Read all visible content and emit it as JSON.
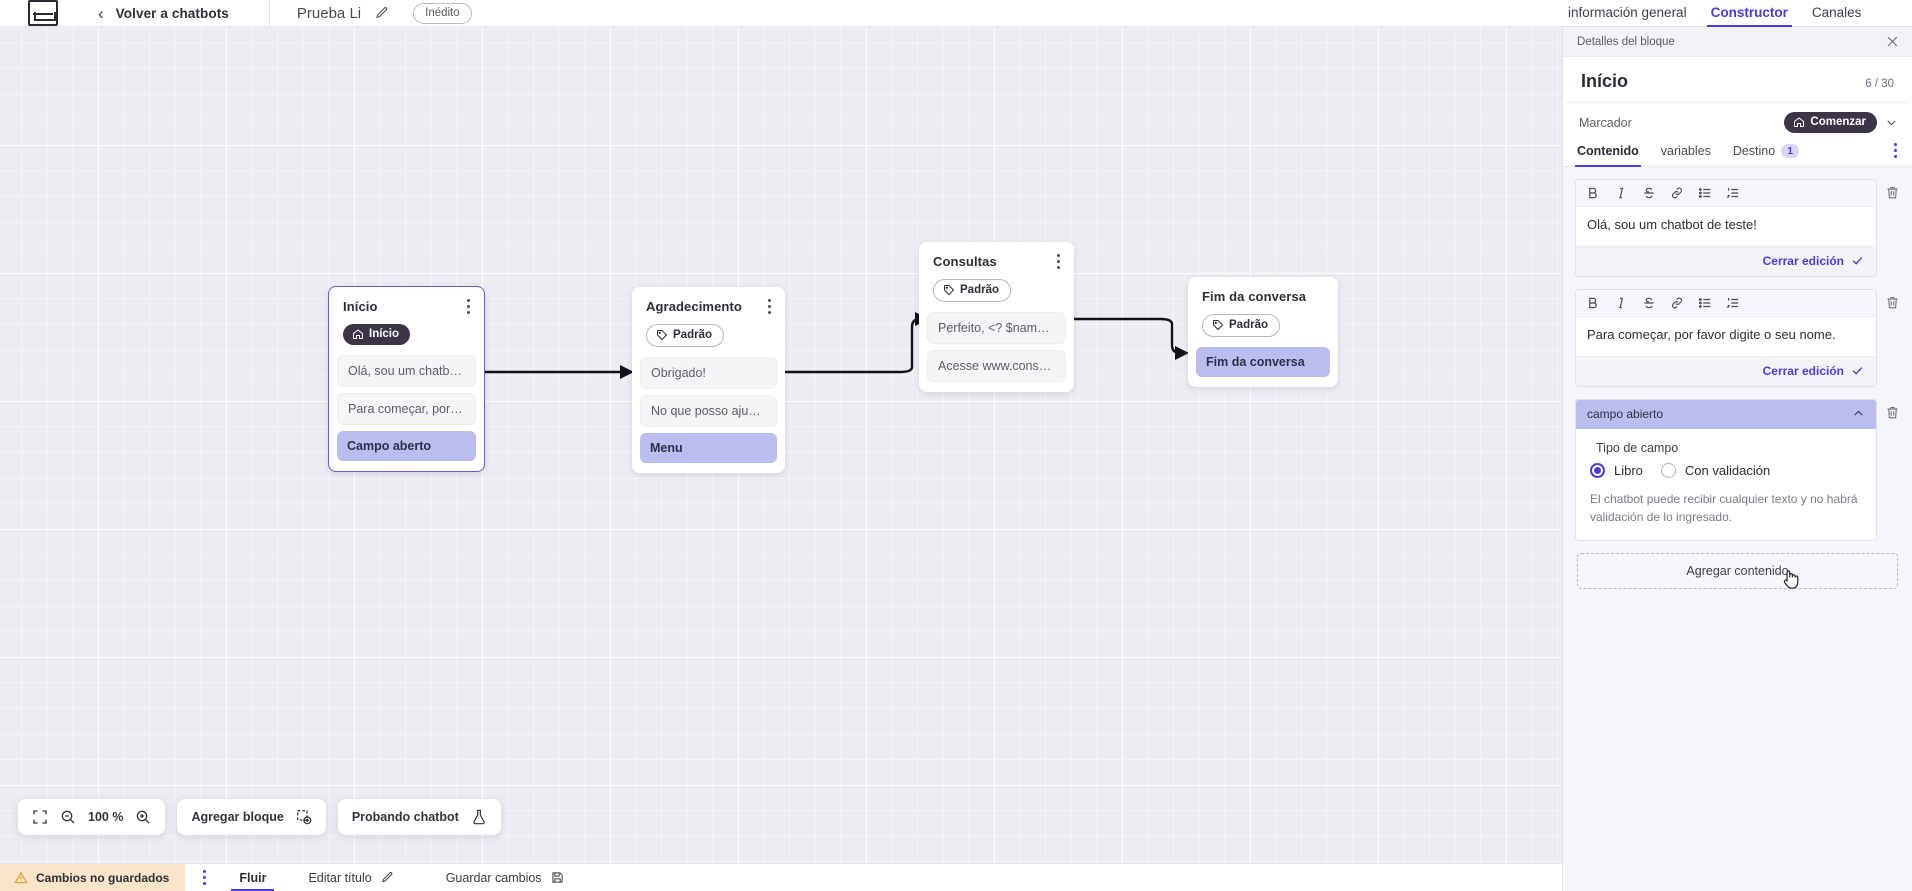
{
  "topbar": {
    "logo_icon": "flow-logo-icon",
    "back_chevron_icon": "chevron-left-icon",
    "back_label": "Volver a chatbots",
    "doc_title": "Prueba Li",
    "edit_icon": "pencil-icon",
    "status_badge": "Inédito"
  },
  "header_tabs": [
    {
      "label": "información general",
      "active": false
    },
    {
      "label": "Constructor",
      "active": true
    },
    {
      "label": "Canales",
      "active": false
    }
  ],
  "canvas": {
    "nodes": [
      {
        "title": "Início",
        "tag": {
          "label": "Início",
          "style": "dark",
          "icon": "home-icon"
        },
        "chips": [
          {
            "text": "Olá, sou um chatbot de teste!",
            "style": "plain"
          },
          {
            "text": "Para começar, por favor digite o ...",
            "style": "plain"
          },
          {
            "text": "Campo aberto",
            "style": "hl"
          }
        ],
        "selected": true
      },
      {
        "title": "Agradecimento",
        "tag": {
          "label": "Padrão",
          "style": "outline",
          "icon": "tag-icon"
        },
        "chips": [
          {
            "text": "Obrigado!",
            "style": "plain"
          },
          {
            "text": "No que posso ajudar, <? $name ...",
            "style": "plain"
          },
          {
            "text": "Menu",
            "style": "hl"
          }
        ],
        "selected": false
      },
      {
        "title": "Consultas",
        "tag": {
          "label": "Padrão",
          "style": "outline",
          "icon": "tag-icon"
        },
        "chips": [
          {
            "text": "Perfeito, <? $name ?>!",
            "style": "plain"
          },
          {
            "text": "Acesse www.consultas.com par...",
            "style": "plain"
          }
        ],
        "selected": false
      },
      {
        "title": "Fim da conversa",
        "tag": {
          "label": "Padrão",
          "style": "outline",
          "icon": "tag-icon"
        },
        "chips": [
          {
            "text": "Fim da conversa",
            "style": "hl"
          }
        ],
        "selected": false
      }
    ]
  },
  "floatbar": {
    "fit_icon": "fit-screen-icon",
    "zoom_out_icon": "zoom-out-icon",
    "zoom_level": "100 %",
    "zoom_in_icon": "zoom-in-icon",
    "add_block_label": "Agregar bloque",
    "add_block_icon": "add-block-icon",
    "test_label": "Probando chatbot",
    "test_icon": "flask-icon"
  },
  "statusbar": {
    "warning_icon": "warning-triangle-icon",
    "unsaved_label": "Cambios no guardados",
    "kebab_icon": "kebab-menu-icon",
    "tab_flow": "Fluir",
    "edit_title_label": "Editar título",
    "edit_title_icon": "pencil-icon",
    "save_label": "Guardar cambios",
    "save_icon": "save-disk-icon"
  },
  "panel": {
    "bar_title": "Detalles del bloque",
    "close_icon": "close-icon",
    "title": "Início",
    "count": "6 / 30",
    "marker_label": "Marcador",
    "marker_badge": "Comenzar",
    "marker_badge_icon": "home-icon",
    "marker_chevron_icon": "chevron-down-icon",
    "tabs": [
      {
        "label": "Contenido",
        "active": true,
        "count": null
      },
      {
        "label": "variables",
        "active": false,
        "count": null
      },
      {
        "label": "Destino",
        "active": false,
        "count": "1"
      }
    ],
    "tabs_kebab_icon": "kebab-menu-icon",
    "editor_toolbar": [
      "bold-icon",
      "italic-icon",
      "strikethrough-icon",
      "link-icon",
      "bullet-list-icon",
      "numbered-list-icon"
    ],
    "close_edit_label": "Cerrar edición",
    "close_edit_icon": "check-icon",
    "delete_icon": "trash-icon",
    "blocks": [
      {
        "text": "Olá, sou um chatbot de teste!"
      },
      {
        "text": "Para começar, por favor digite o seu nome."
      }
    ],
    "field": {
      "header": "campo abierto",
      "collapse_icon": "chevron-up-icon",
      "subtitle": "Tipo de campo",
      "options": [
        {
          "label": "Libro",
          "selected": true
        },
        {
          "label": "Con validación",
          "selected": false
        }
      ],
      "note": "El chatbot puede recibir cualquier texto y no habrá validación de lo ingresado."
    },
    "add_content_label": "Agregar contenido",
    "cursor_icon": "pointer-hand-cursor"
  },
  "colors": {
    "accent": "#4b3bdc",
    "highlight_chip": "#b9bdef",
    "warning_bg": "#fbe5c8",
    "canvas_bg": "#ededf1",
    "panel_bg": "#f5f5fa"
  }
}
